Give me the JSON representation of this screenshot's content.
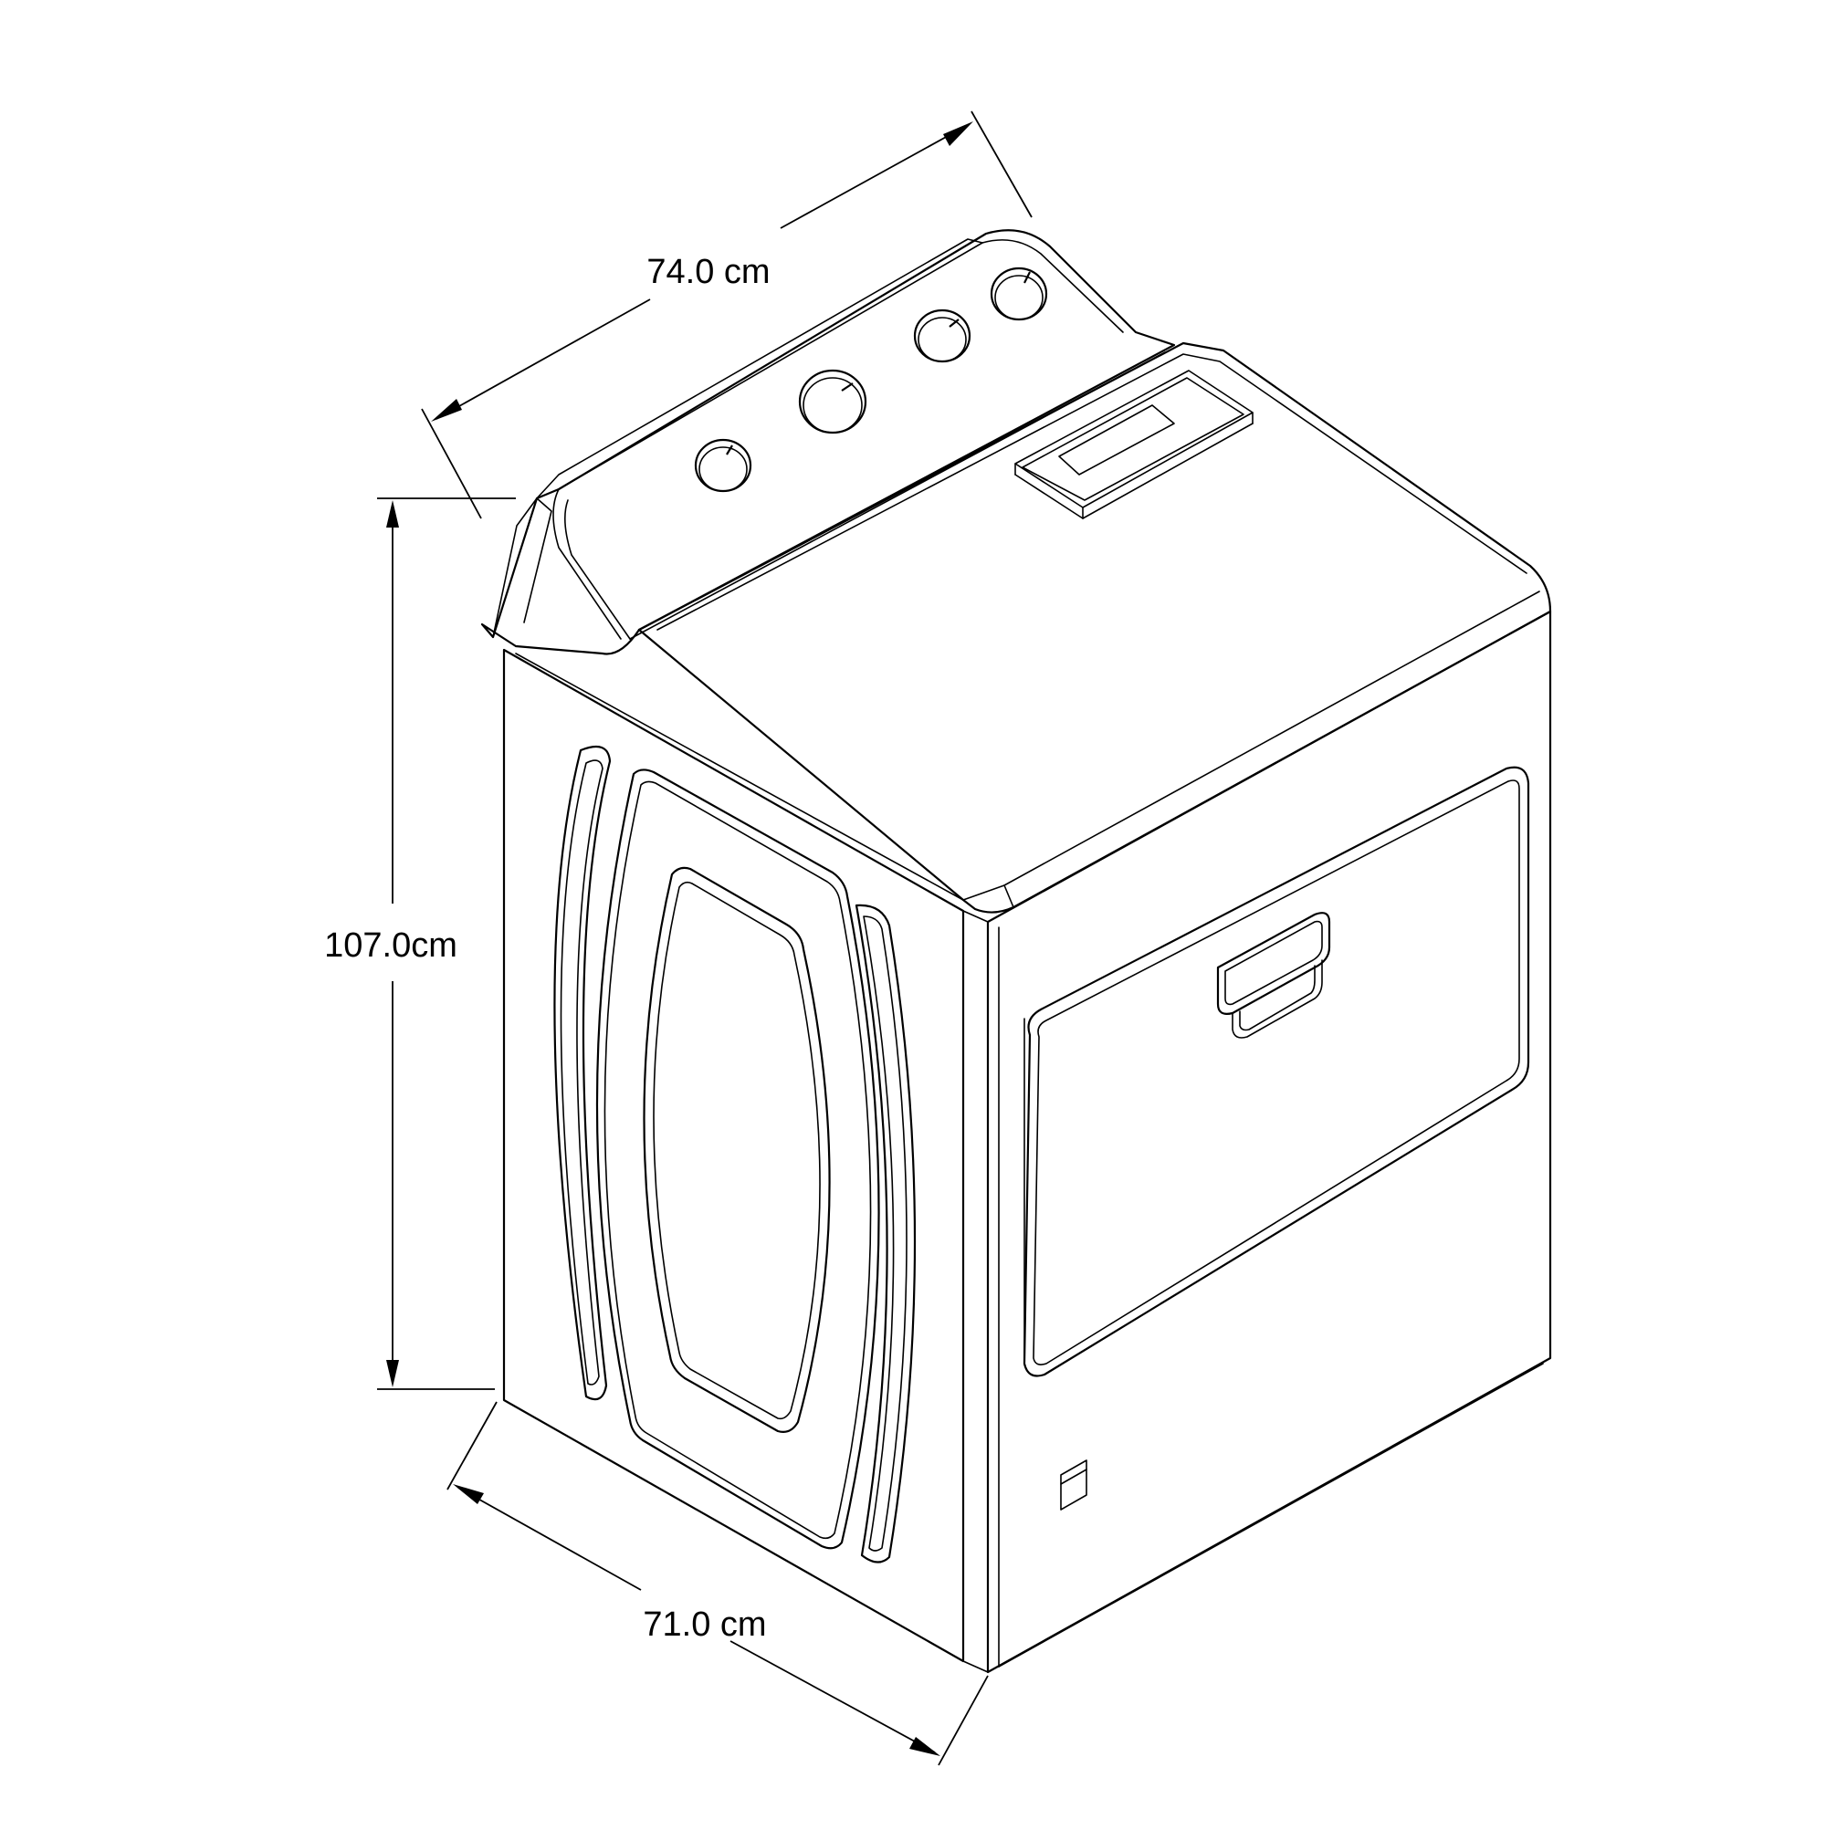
{
  "dimensions": {
    "width": "74.0 cm",
    "height": "107.0cm",
    "depth": "71.0 cm"
  },
  "colors": {
    "line": "#000000",
    "background": "#ffffff"
  }
}
